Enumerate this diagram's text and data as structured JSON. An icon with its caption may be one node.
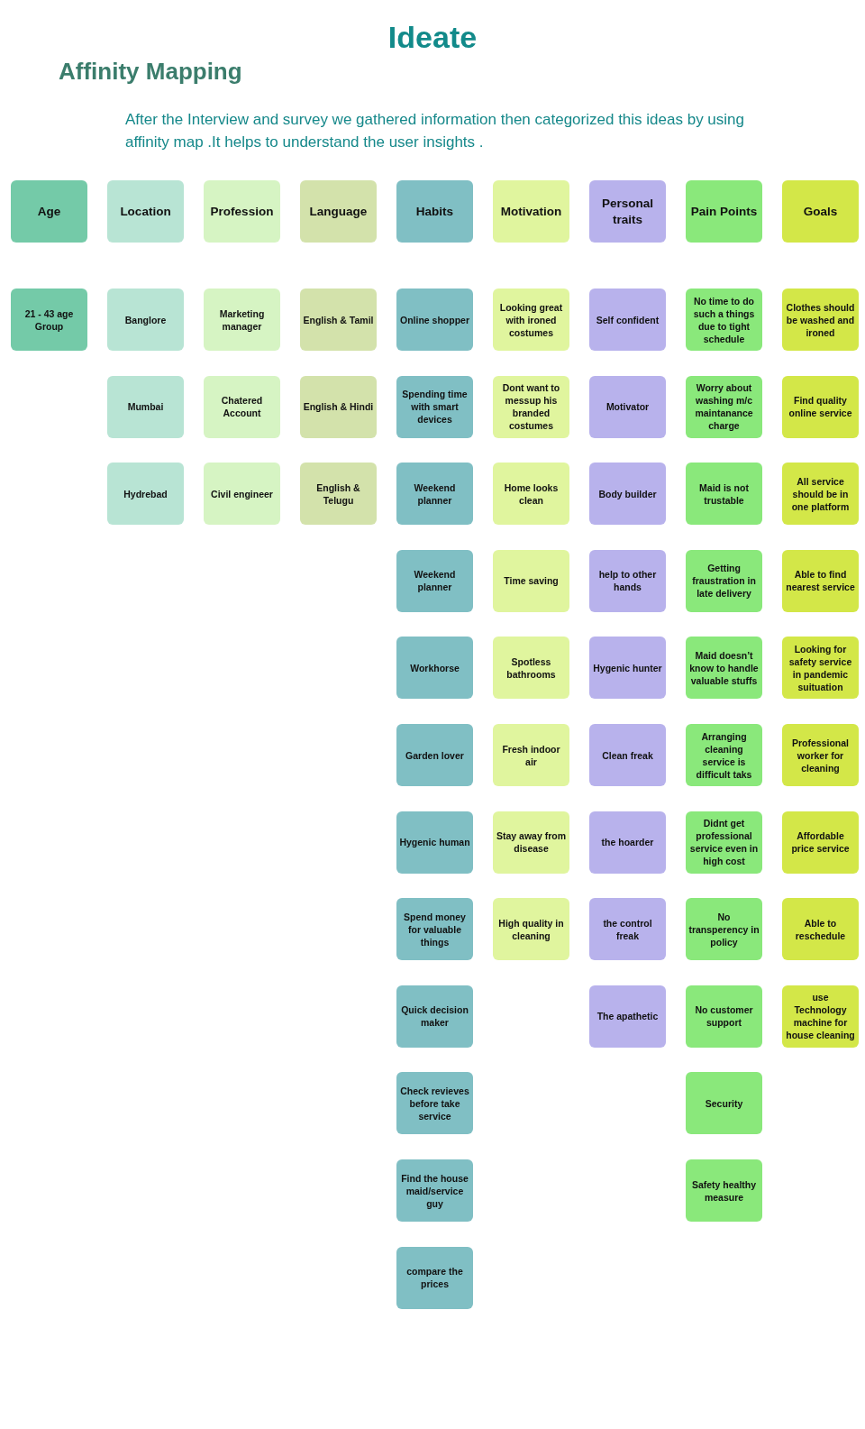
{
  "diagram": {
    "title": "Ideate",
    "caption": "After the Interview and survey we gathered information then categorized this ideas by using affinity map .It helps to understand the user insights .",
    "nodes": [
      {
        "text": [
          "Age"
        ]
      },
      {
        "text": [
          "21 - 43 age Group"
        ]
      },
      {
        "text": [
          "Location"
        ]
      },
      {
        "text": [
          "Banglore"
        ]
      },
      {
        "text": [
          "Mumbai"
        ]
      },
      {
        "text": [
          "Hydrebad"
        ]
      },
      {
        "text": [
          "Profession"
        ]
      },
      {
        "text": [
          "Marketing manager"
        ]
      },
      {
        "text": [
          "Chatered Account"
        ]
      },
      {
        "text": [
          "Civil engineer"
        ]
      },
      {
        "text": [
          "Language"
        ]
      },
      {
        "text": [
          "English & Tamil"
        ]
      },
      {
        "text": [
          "English & Hindi"
        ]
      },
      {
        "text": [
          "English & Telugu"
        ]
      },
      {
        "text": [
          "Habits"
        ]
      },
      {
        "text": [
          "Online shopper"
        ]
      },
      {
        "text": [
          "Spending time with smart devices"
        ]
      },
      {
        "text": [
          "Weekend planner"
        ]
      },
      {
        "text": [
          "Weekend planner"
        ]
      },
      {
        "text": [
          "Workhorse"
        ]
      },
      {
        "text": [
          "Garden lover"
        ]
      },
      {
        "text": [
          "Hygenic human"
        ]
      },
      {
        "text": [
          "Spend money for valuable things"
        ]
      },
      {
        "text": [
          "Quick decision maker"
        ]
      },
      {
        "text": [
          "Check revieves before take service"
        ]
      },
      {
        "text": [
          "Find the house maid/service guy"
        ]
      },
      {
        "text": [
          "compare the prices"
        ]
      },
      {
        "text": [
          "Motivation"
        ]
      },
      {
        "text": [
          "Looking great with ironed costumes"
        ]
      },
      {
        "text": [
          "Dont want to messup his branded costumes"
        ]
      },
      {
        "text": [
          "Home looks clean"
        ]
      },
      {
        "text": [
          "Time saving"
        ]
      },
      {
        "text": [
          "Spotless bathrooms"
        ]
      },
      {
        "text": [
          "Fresh indoor air"
        ]
      },
      {
        "text": [
          "Stay away from disease"
        ]
      },
      {
        "text": [
          "High quality in cleaning"
        ]
      },
      {
        "text": [
          "Personal traits"
        ]
      },
      {
        "text": [
          "Self confident"
        ]
      },
      {
        "text": [
          "Motivator"
        ]
      },
      {
        "text": [
          "Body builder"
        ]
      },
      {
        "text": [
          "help to other hands"
        ]
      },
      {
        "text": [
          "Hygenic hunter"
        ]
      },
      {
        "text": [
          "Clean freak"
        ]
      },
      {
        "text": [
          "the hoarder"
        ]
      },
      {
        "text": [
          "the control freak"
        ]
      },
      {
        "text": [
          "The apathetic"
        ]
      },
      {
        "text": [
          "Pain Points"
        ]
      },
      {
        "text": [
          "No time to do such a things due to tight schedule"
        ]
      },
      {
        "text": [
          "Worry about washing m/c maintanance charge"
        ]
      },
      {
        "text": [
          "Maid is not trustable"
        ]
      },
      {
        "text": [
          "Getting fraustration in late delivery"
        ]
      },
      {
        "text": [
          "Maid doesn’t know to handle valuable stuffs"
        ]
      },
      {
        "text": [
          "Arranging cleaning service is difficult taks"
        ]
      },
      {
        "text": [
          "Didnt get professional service even in high cost"
        ]
      },
      {
        "text": [
          "No transperency in policy"
        ]
      },
      {
        "text": [
          "No customer support"
        ]
      },
      {
        "text": [
          "Security"
        ]
      },
      {
        "text": [
          "Safety healthy measure"
        ]
      },
      {
        "text": [
          "Goals"
        ]
      },
      {
        "text": [
          "Clothes should be washed and ironed"
        ]
      },
      {
        "text": [
          "Find quality online service"
        ]
      },
      {
        "text": [
          "All service should be in one platform"
        ]
      },
      {
        "text": [
          "Able to find nearest service"
        ]
      },
      {
        "text": [
          "Looking for safety service in pandemic suituation"
        ]
      },
      {
        "text": [
          "Professional worker for cleaning"
        ]
      },
      {
        "text": [
          "Affordable price service"
        ]
      },
      {
        "text": [
          "Able to reschedule"
        ]
      },
      {
        "text": [
          "use Technology machine for house cleaning"
        ]
      }
    ],
    "edges": [],
    "labels": [
      "Affinity Mapping"
    ]
  }
}
